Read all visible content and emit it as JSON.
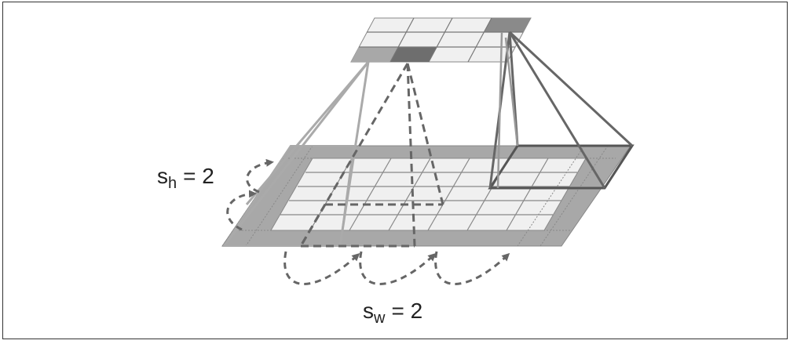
{
  "labels": {
    "sh_base": "s",
    "sh_sub": "h",
    "sh_value": "= 2",
    "sw_base": "s",
    "sw_sub": "w",
    "sw_value": "= 2"
  },
  "colors": {
    "padding": "#a8a8a8",
    "cell_light": "#f0f0f0",
    "cell_dark": "#808080",
    "grid_line": "#777777",
    "dashed": "#666666",
    "frame": "#333333"
  }
}
